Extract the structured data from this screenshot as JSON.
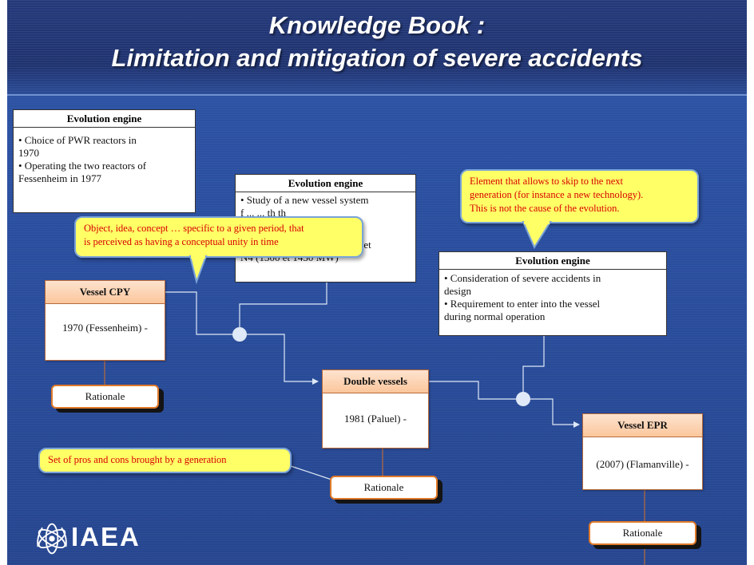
{
  "title": {
    "line1": "Knowledge Book :",
    "line2": "Limitation and mitigation of severe accidents"
  },
  "evolution_engines": [
    {
      "heading": "Evolution engine",
      "items": [
        "• Choice of PWR reactors in",
        "1970",
        "• Operating the two reactors of",
        "Fessenheim in 1977"
      ]
    },
    {
      "heading": "Evolution engine",
      "items": [
        "• Study of a new vessel system",
        "f    ... ... th   th",
        "                    kin",
        "",
        "• Realisation of steps P4, P’4 et",
        "N4 (1300 et 1450 MW)"
      ]
    },
    {
      "heading": "Evolution engine",
      "items": [
        "• Consideration of severe accidents in",
        "design",
        "•  Requirement to enter into the vessel",
        "during normal operation"
      ]
    }
  ],
  "generations": [
    {
      "name": "Vessel CPY",
      "period": "1970 (Fessenheim) -"
    },
    {
      "name": "Double vessels",
      "period": "1981 (Paluel) -"
    },
    {
      "name": "Vessel EPR",
      "period": "(2007) (Flamanville) -"
    }
  ],
  "rationale_label": "Rationale",
  "callouts": {
    "generation": [
      "Object, idea, concept … specific to a given period, that",
      "is perceived as having a conceptual unity  in time"
    ],
    "engine": [
      "Element that allows to skip to the next",
      "generation (for instance a new technology).",
      "This is not the cause of the evolution."
    ],
    "rationale": [
      "Set of pros and cons brought by a generation"
    ]
  },
  "logo": {
    "text": "IAEA"
  },
  "colors": {
    "background": "#2b4fa0",
    "callout_fill": "#ffff66",
    "callout_text": "#d80000",
    "generation_header": "#fbc79c",
    "rationale_border": "#e07a2a"
  }
}
